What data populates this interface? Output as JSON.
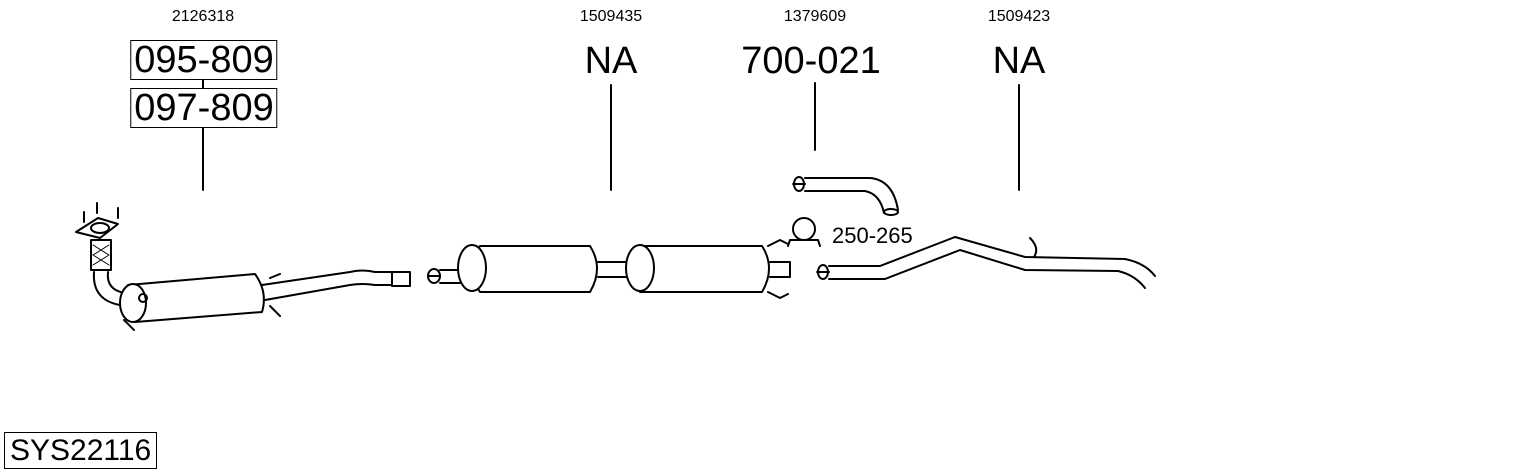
{
  "parts": [
    {
      "ref": "2126318",
      "numbers": [
        "095-809",
        "097-809"
      ]
    },
    {
      "ref": "1509435",
      "numbers": [
        "NA"
      ]
    },
    {
      "ref": "1379609",
      "numbers": [
        "700-021"
      ]
    },
    {
      "ref": "1509423",
      "numbers": [
        "NA"
      ]
    }
  ],
  "clamp_label": "250-265",
  "system_id": "SYS22116"
}
